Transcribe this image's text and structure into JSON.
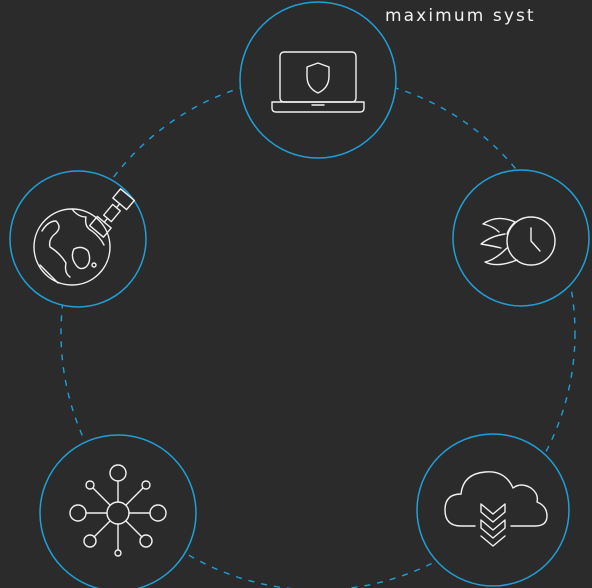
{
  "caption": "maximum syst",
  "colors": {
    "background": "#2b2b2b",
    "accent": "#1fa0d8",
    "icon": "#f2f2f2"
  },
  "features": [
    {
      "name": "laptop-shield",
      "icon": "laptop-shield-icon"
    },
    {
      "name": "fast-clock",
      "icon": "fast-clock-icon"
    },
    {
      "name": "cloud-download",
      "icon": "cloud-download-icon"
    },
    {
      "name": "network-hub",
      "icon": "network-hub-icon"
    },
    {
      "name": "globe-satellite",
      "icon": "globe-satellite-icon"
    }
  ]
}
